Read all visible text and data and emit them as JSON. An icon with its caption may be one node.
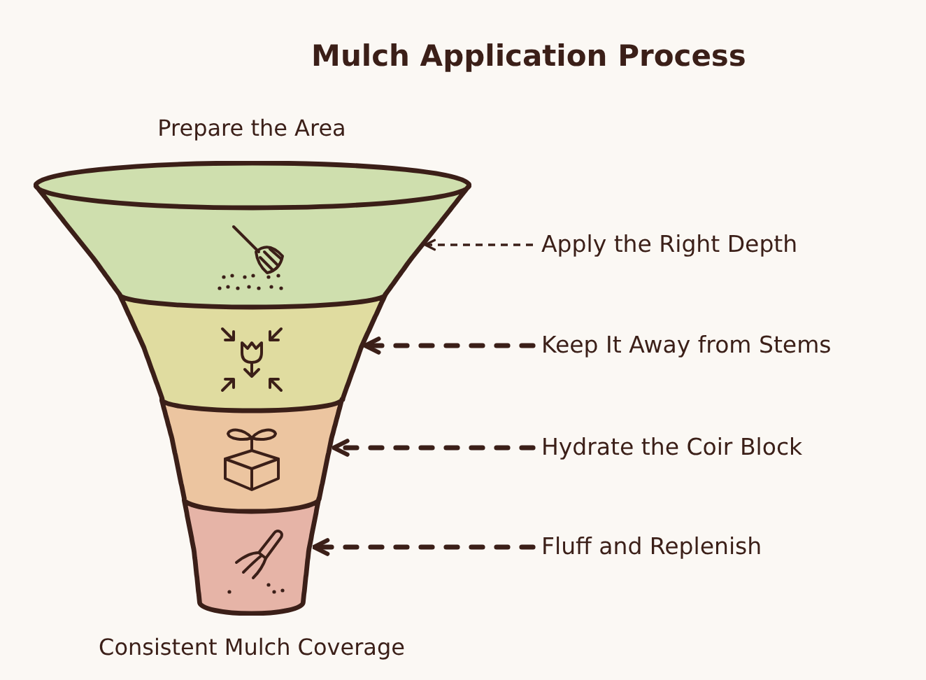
{
  "diagram": {
    "title": "Mulch Application Process",
    "nodes": [
      {
        "text": [],
        "shape": "trapezoid"
      },
      {
        "text": [],
        "shape": "trapezoid"
      },
      {
        "text": [],
        "shape": "trapezoid"
      },
      {
        "text": [],
        "shape": "trapezoid"
      },
      {
        "text": [
          "Apply the Right Depth"
        ]
      },
      {
        "text": [
          "Keep It Away from Stems"
        ]
      },
      {
        "text": [
          "Hydrate the Coir Block"
        ]
      },
      {
        "text": [
          "Fluff and Replenish"
        ]
      }
    ],
    "edges": [
      {
        "from": 4,
        "to": 0,
        "arrow": "to",
        "style": "dashed"
      },
      {
        "from": 5,
        "to": 1,
        "arrow": "to",
        "style": "dashed"
      },
      {
        "from": 6,
        "to": 2,
        "arrow": "to",
        "style": "dashed"
      },
      {
        "from": 7,
        "to": 3,
        "arrow": "to",
        "style": "dashed"
      }
    ],
    "labels": [
      "Prepare the Area",
      "Consistent Mulch Coverage"
    ]
  }
}
